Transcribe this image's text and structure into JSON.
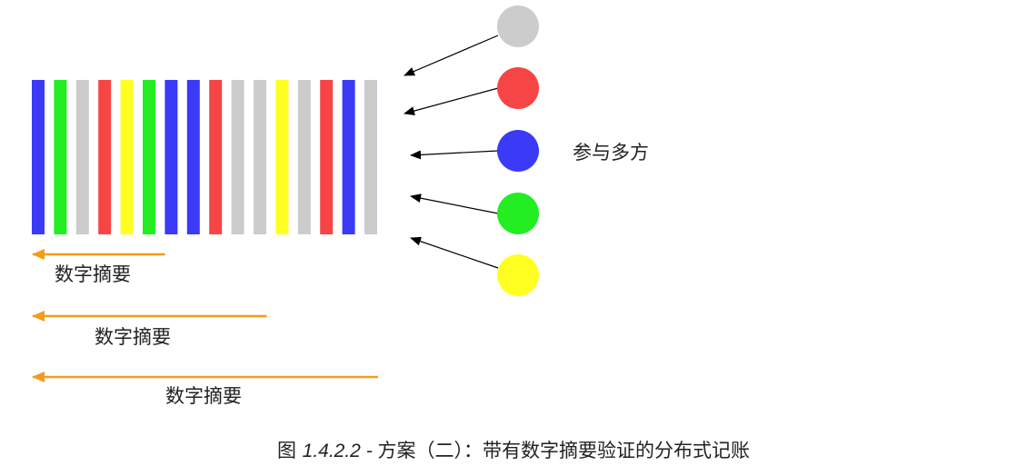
{
  "colors": {
    "blue": "#3a3af7",
    "green": "#22ee22",
    "gray": "#cccccc",
    "red": "#f74444",
    "yellow": "#ffff22",
    "arrow_black": "#000000",
    "arrow_orange": "#f39c1a"
  },
  "ledger_blocks": [
    "blue",
    "green",
    "gray",
    "red",
    "yellow",
    "green",
    "blue",
    "blue",
    "red",
    "gray",
    "gray",
    "yellow",
    "gray",
    "red",
    "blue",
    "gray"
  ],
  "participants": [
    "gray",
    "red",
    "blue",
    "green",
    "yellow"
  ],
  "participants_label": "参与多方",
  "digests": [
    {
      "label": "数字摘要",
      "span_blocks": 5
    },
    {
      "label": "数字摘要",
      "span_blocks": 10
    },
    {
      "label": "数字摘要",
      "span_blocks": 16
    }
  ],
  "caption": {
    "prefix": "图 ",
    "number": "1.4.2.2",
    "separator": " - ",
    "title": "方案（二）：带有数字摘要验证的分布式记账"
  }
}
